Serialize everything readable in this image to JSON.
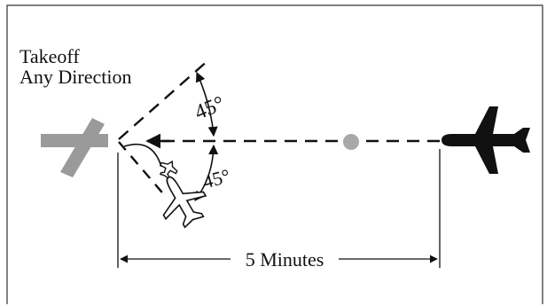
{
  "diagram": {
    "label_takeoff_line1": "Takeoff",
    "label_takeoff_line2": "Any Direction",
    "angle_upper": "45°",
    "angle_lower": "45°",
    "distance_label": "5 Minutes"
  },
  "colors": {
    "background": "#ffffff",
    "border": "#333333",
    "ink": "#111111",
    "runway": "#9a9a9a",
    "fix_dot": "#a8a8a8",
    "aircraft_dark": "#111111"
  }
}
